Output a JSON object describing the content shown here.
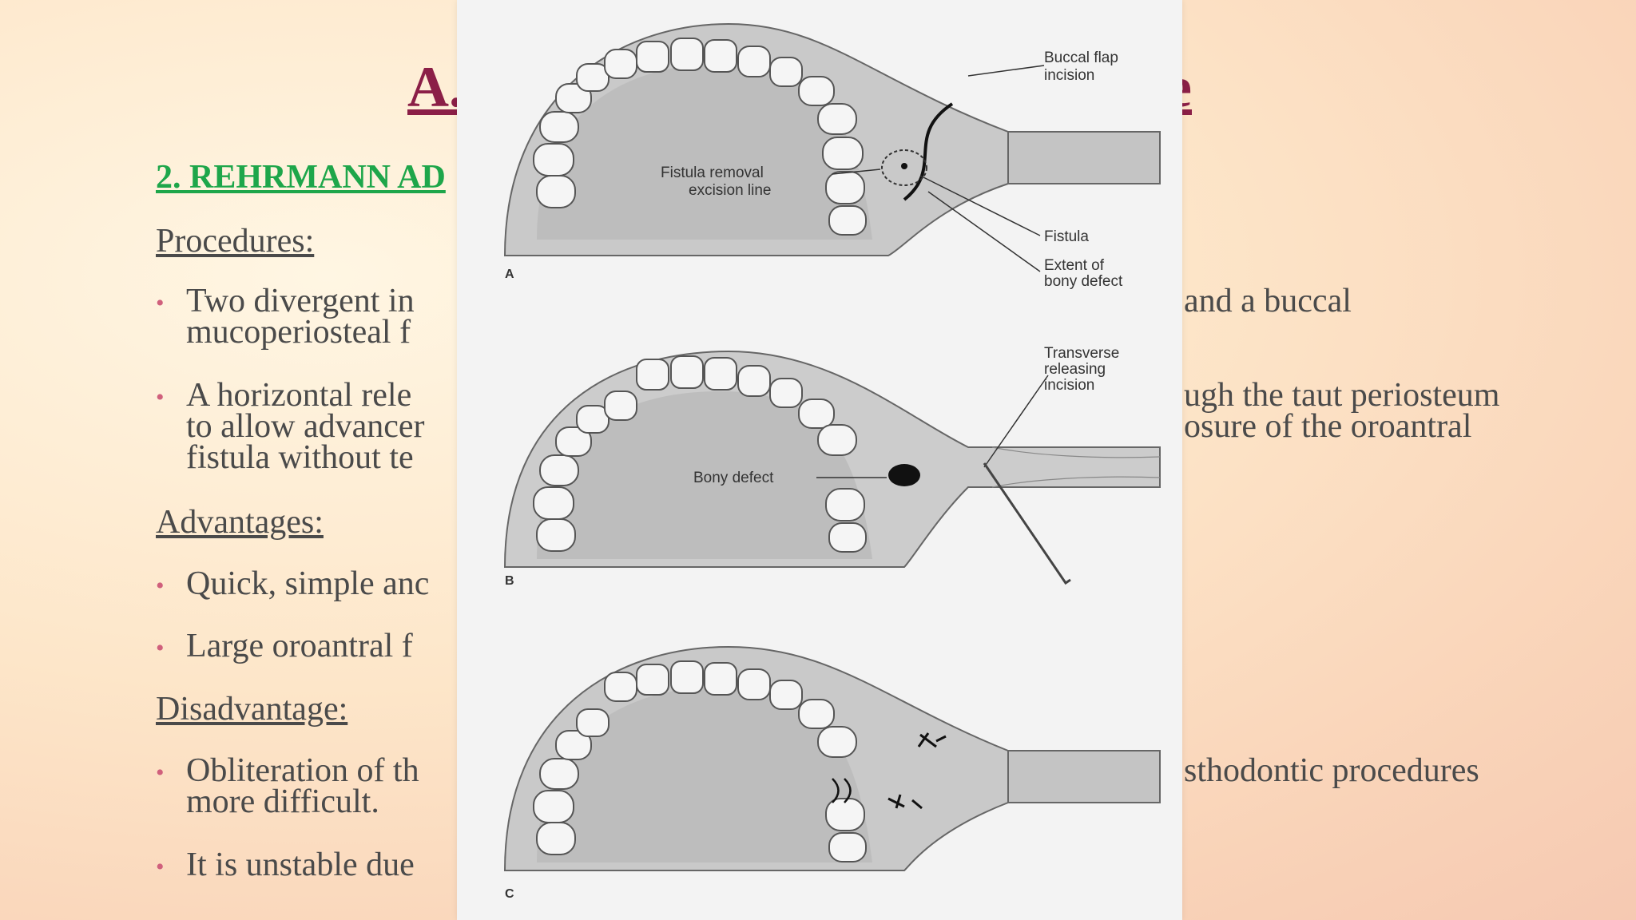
{
  "slide": {
    "title_left": "A.",
    "title_right": "ue",
    "subheading": "2. REHRMANN AD",
    "procedures_heading": "Procedures:",
    "procedures": [
      {
        "line1": "Two divergent in",
        "line2": "mucoperiosteal f",
        "right1": "and a buccal",
        "right2": ""
      },
      {
        "line1": "A horizontal rele",
        "line2": "to allow advancer",
        "line3": "fistula without te",
        "right1": "ugh the taut periosteum",
        "right2": "osure of the oroantral"
      }
    ],
    "advantages_heading": "Advantages:",
    "advantages": [
      "Quick, simple anc",
      "Large oroantral f"
    ],
    "disadvantage_heading": "Disadvantage:",
    "disadvantages": [
      {
        "line1": "Obliteration of th",
        "line2": "more difficult.",
        "right1": "sthodontic procedures"
      },
      {
        "line1": "It is unstable due"
      }
    ]
  },
  "figure": {
    "panels": [
      "A",
      "B",
      "C"
    ],
    "labels_a": {
      "buccal_flap_1": "Buccal flap",
      "buccal_flap_2": "incision",
      "fistula_removal_1": "Fistula removal",
      "fistula_removal_2": "excision line",
      "fistula": "Fistula",
      "extent_1": "Extent of",
      "extent_2": "bony defect"
    },
    "labels_b": {
      "transverse_1": "Transverse",
      "transverse_2": "releasing",
      "transverse_3": "incision",
      "bony_defect": "Bony defect"
    }
  }
}
